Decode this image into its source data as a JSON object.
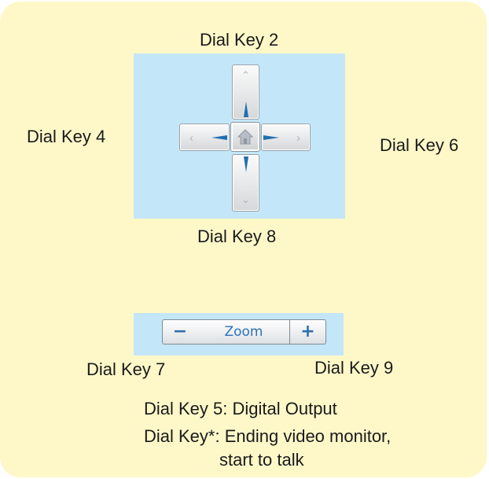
{
  "labels": {
    "dial_key_2": "Dial Key 2",
    "dial_key_4": "Dial Key 4",
    "dial_key_6": "Dial Key 6",
    "dial_key_8": "Dial Key 8",
    "dial_key_7": "Dial Key 7",
    "dial_key_9": "Dial Key 9",
    "dial_key_5": "Dial Key 5: Digital Output",
    "dial_key_star_line1": "Dial Key*: Ending video monitor,",
    "dial_key_star_line2": "start to talk"
  },
  "zoom": {
    "label": "Zoom",
    "minus": "−",
    "plus": "+"
  },
  "icons": {
    "up": "chevron-up-icon",
    "down": "chevron-down-icon",
    "left": "chevron-left-icon",
    "right": "chevron-right-icon",
    "home": "home-icon"
  },
  "colors": {
    "panel": "#fef8c9",
    "control_bg": "#c4e6f9",
    "accent": "#1f6fb0"
  }
}
